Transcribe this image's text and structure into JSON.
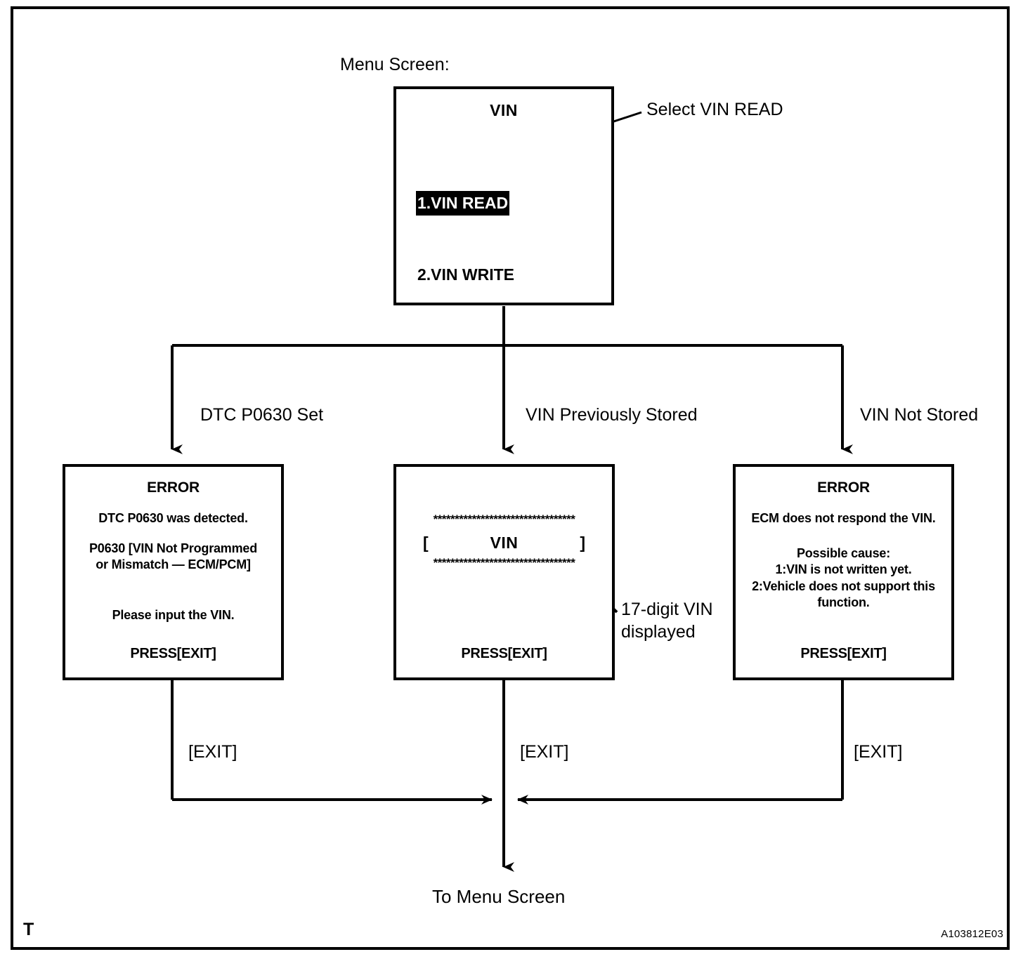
{
  "figure": {
    "id_code": "A103812E03",
    "corner_mark": "T"
  },
  "heading": {
    "menu_screen_label": "Menu Screen:"
  },
  "menu_screen": {
    "title": "VIN",
    "items": [
      {
        "label": "1.VIN READ",
        "selected": true
      },
      {
        "label": "2.VIN WRITE",
        "selected": false
      }
    ],
    "callout": "Select VIN READ"
  },
  "branches": [
    {
      "label": "DTC P0630 Set"
    },
    {
      "label": "VIN Previously Stored"
    },
    {
      "label": "VIN Not Stored"
    }
  ],
  "screens": {
    "error_left": {
      "title": "ERROR",
      "line1": "DTC P0630 was detected.",
      "line2": "P0630  [VIN Not Programmed\nor Mismatch — ECM/PCM]",
      "line3": "Please input the VIN.",
      "footer": "PRESS[EXIT]"
    },
    "vin_middle": {
      "stars_top": "*********************************",
      "bracket_left": "[",
      "vin_label": "VIN",
      "bracket_right": "]",
      "stars_bottom": "*********************************",
      "footer": "PRESS[EXIT]",
      "callout": "17-digit VIN\ndisplayed"
    },
    "error_right": {
      "title": "ERROR",
      "line1": "ECM does not respond the VIN.",
      "line2": "Possible cause:\n1:VIN is not written yet.\n2:Vehicle does not support this\nfunction.",
      "footer": "PRESS[EXIT]"
    }
  },
  "exits": [
    {
      "label": "[EXIT]"
    },
    {
      "label": "[EXIT]"
    },
    {
      "label": "[EXIT]"
    }
  ],
  "footer": {
    "to_menu_screen": "To Menu Screen"
  },
  "colors": {
    "ink": "#000000",
    "paper": "#ffffff"
  }
}
